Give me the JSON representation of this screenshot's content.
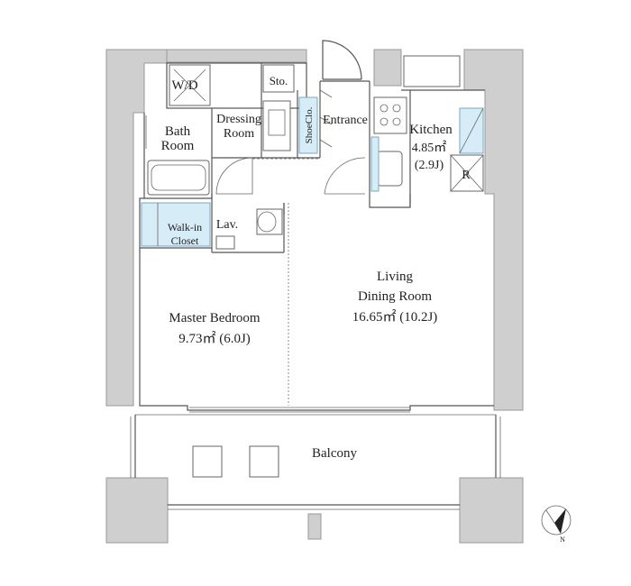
{
  "rooms": {
    "wd": "W/D",
    "storage": "Sto.",
    "dressing_room": [
      "Dressing",
      "Room"
    ],
    "shoe_closet": "ShoeClo.",
    "entrance": "Entrance",
    "bath_room": [
      "Bath",
      "Room"
    ],
    "kitchen": {
      "name": "Kitchen",
      "area": "4.85㎡",
      "jo": "(2.9J)"
    },
    "refrigerator": "R",
    "walk_in_closet": [
      "Walk-in",
      "Closet"
    ],
    "lavatory": "Lav.",
    "living_dining": {
      "name_line1": "Living",
      "name_line2": "Dining Room",
      "area": "16.65㎡ (10.2J)"
    },
    "master_bedroom": {
      "name": "Master Bedroom",
      "area": "9.73㎡ (6.0J)"
    },
    "balcony": "Balcony"
  },
  "compass": {
    "label": "N"
  },
  "colors": {
    "wall": "#cfcfcf",
    "accent": "#d6ecf7"
  }
}
